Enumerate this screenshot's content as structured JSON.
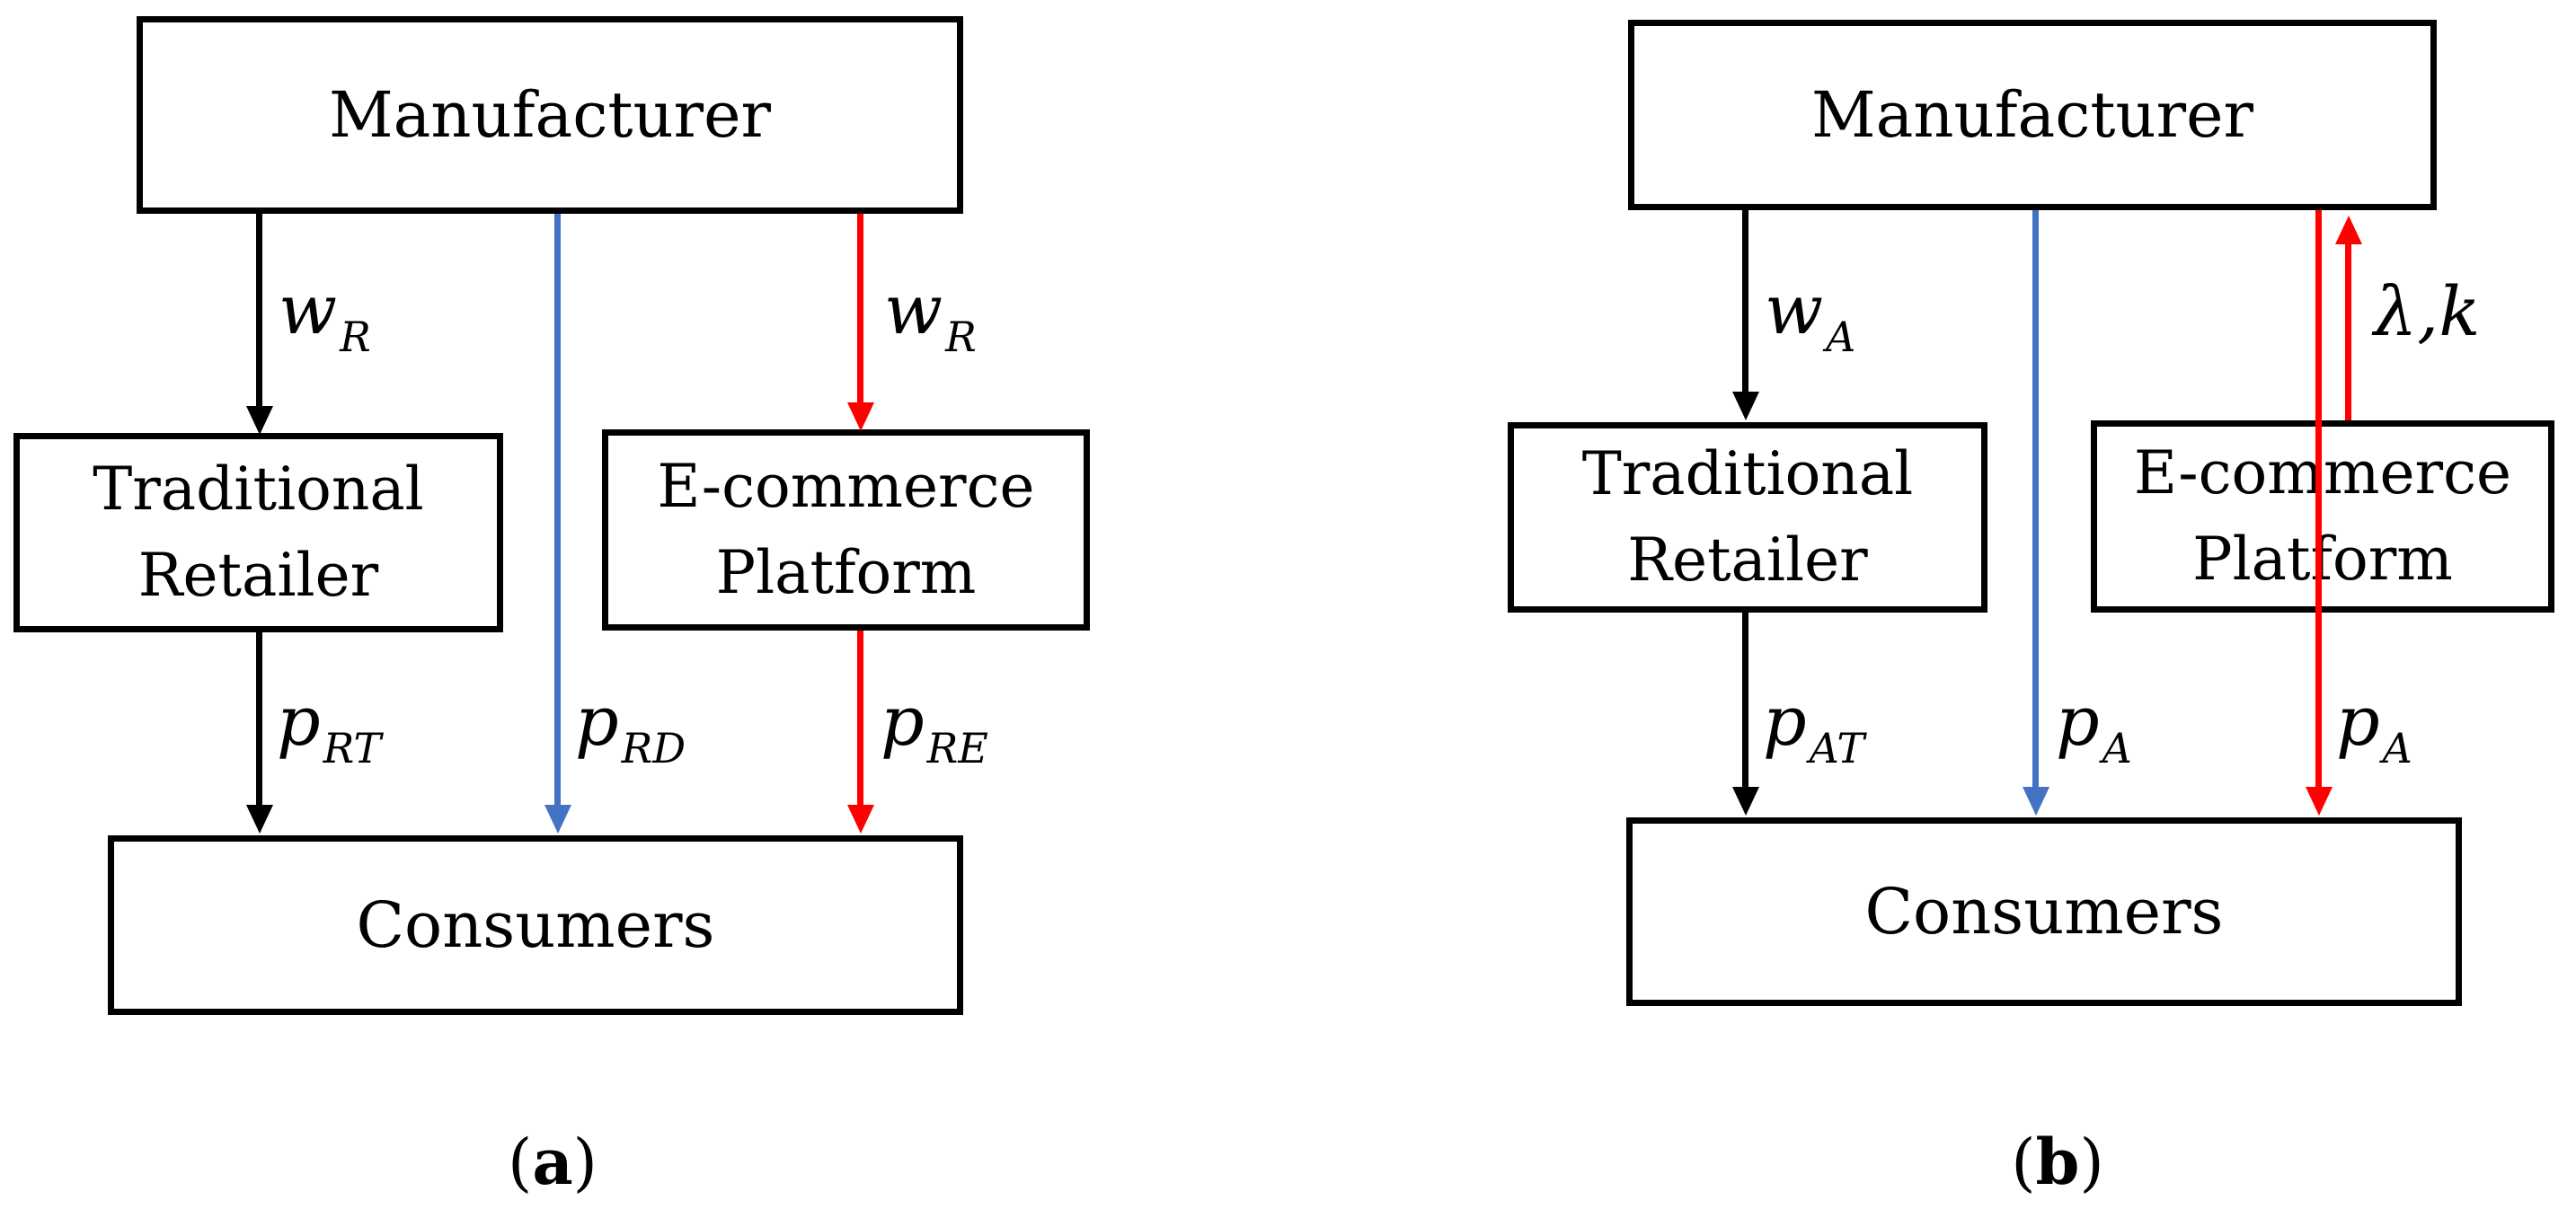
{
  "colors": {
    "background": "#ffffff",
    "ink": "#000000",
    "blue_arrow": "#4472C4",
    "red_arrow": "#ff0000"
  },
  "panels": [
    {
      "caption": {
        "open": "(",
        "letter": "a",
        "close": ")"
      },
      "boxes": {
        "manufacturer": "Manufacturer",
        "retailer": [
          "Traditional",
          "Retailer"
        ],
        "platform": [
          "E-commerce",
          "Platform"
        ],
        "consumers": "Consumers"
      },
      "labels": {
        "wholesale_retailer": {
          "main": "w",
          "sub": "R"
        },
        "wholesale_platform": {
          "main": "w",
          "sub": "R"
        },
        "price_retail": {
          "main": "p",
          "sub": "RT"
        },
        "price_direct": {
          "main": "p",
          "sub": "RD"
        },
        "price_platform": {
          "main": "p",
          "sub": "RE"
        }
      }
    },
    {
      "caption": {
        "open": "(",
        "letter": "b",
        "close": ")"
      },
      "boxes": {
        "manufacturer": "Manufacturer",
        "retailer": [
          "Traditional",
          "Retailer"
        ],
        "platform": [
          "E-commerce",
          "Platform"
        ],
        "consumers": "Consumers"
      },
      "labels": {
        "wholesale_retailer": {
          "main": "w",
          "sub": "A"
        },
        "commission": {
          "main": "λ,k",
          "sub": ""
        },
        "price_retail": {
          "main": "p",
          "sub": "AT"
        },
        "price_direct": {
          "main": "p",
          "sub": "A"
        },
        "price_platform": {
          "main": "p",
          "sub": "A"
        }
      }
    }
  ]
}
